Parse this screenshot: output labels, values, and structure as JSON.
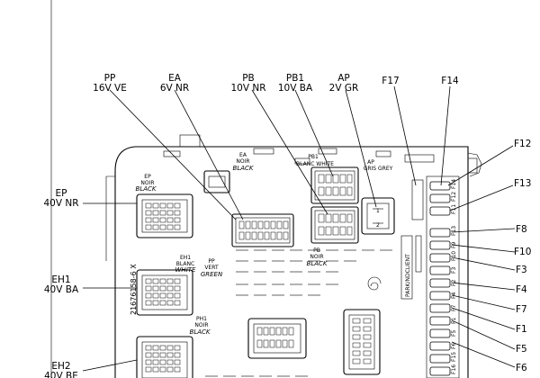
{
  "labels": {
    "pp": {
      "code": "PP",
      "spec": "16V VE"
    },
    "ea": {
      "code": "EA",
      "spec": "6V NR"
    },
    "pb": {
      "code": "PB",
      "spec": "10V NR"
    },
    "pb1": {
      "code": "PB1",
      "spec": "10V BA"
    },
    "ap": {
      "code": "AP",
      "spec": "2V GR"
    },
    "f17": "F17",
    "f14": "F14",
    "f12": "F12",
    "f13": "F13",
    "f8": "F8",
    "f10": "F10",
    "f3": "F3",
    "f4": "F4",
    "f7": "F7",
    "f1": "F1",
    "f5": "F5",
    "f6": "F6",
    "ep": {
      "code": "EP",
      "spec": "40V NR"
    },
    "eh1": {
      "code": "EH1",
      "spec": "40V BA"
    },
    "eh2": {
      "code": "EH2",
      "spec": "40V BE"
    }
  },
  "connector_tags": {
    "ea": [
      "EA",
      "NOIR",
      "BLACK"
    ],
    "pb1": [
      "PB1",
      "BLANC WHITE"
    ],
    "ap": [
      "AP",
      "GRIS GREY"
    ],
    "ep": [
      "EP",
      "NOIR",
      "BLACK"
    ],
    "eh1": [
      "EH1",
      "BLANC",
      "WHITE"
    ],
    "pp": [
      "PP",
      "VERT",
      "GREEN"
    ],
    "pb": [
      "PB",
      "NOIR",
      "BLACK"
    ],
    "ph1": [
      "PH1",
      "NOIR",
      "BLACK"
    ]
  },
  "part_number": "21676158-6 X",
  "park_text": "PARK/NDCLIENT",
  "fuse_ids": [
    "F14",
    "F12",
    "F11",
    "F13",
    "F9",
    "F10",
    "F3",
    "F2",
    "F4",
    "F7",
    "F1",
    "F5",
    "F6",
    "F15",
    "F16"
  ]
}
